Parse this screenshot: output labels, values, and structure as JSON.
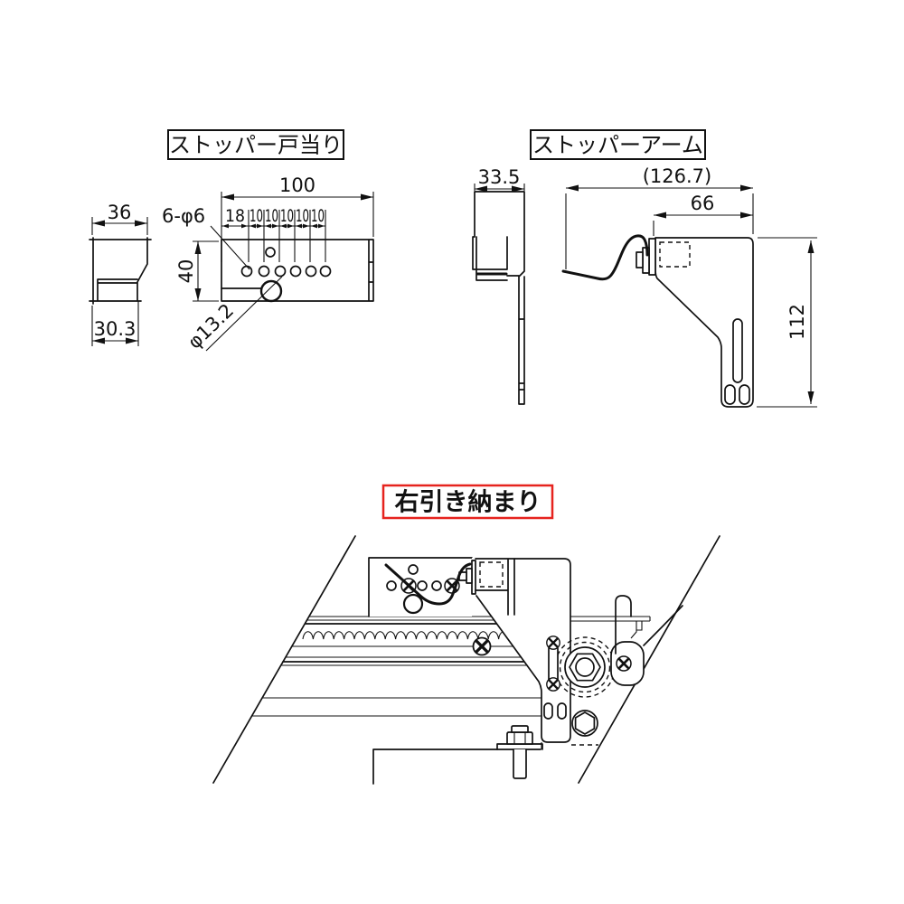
{
  "page": {
    "bg": "#ffffff",
    "ink": "#111111",
    "red": "#e6231e"
  },
  "door_stop": {
    "title": "ストッパー戸当り",
    "dim_side_width": "36",
    "dim_side_bottom": "30.3",
    "dim_front_width": "100",
    "dim_front_height": "40",
    "dim_spacing": [
      "18",
      "10",
      "10",
      "10",
      "10",
      "10"
    ],
    "label_small_holes": "6-φ6",
    "label_big_hole": "φ13.2"
  },
  "arm": {
    "title": "ストッパーアーム",
    "dim_side_width": "33.5",
    "dim_overall_width": "(126.7)",
    "dim_mount_width": "66",
    "dim_height": "112"
  },
  "installation": {
    "title": "右引き納まり"
  }
}
